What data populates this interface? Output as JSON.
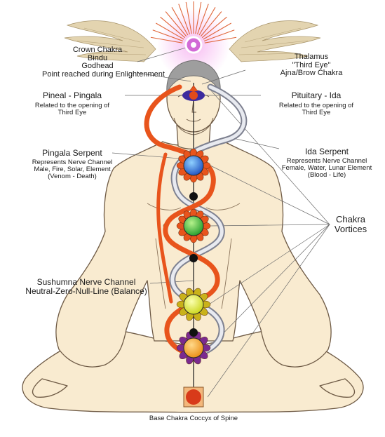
{
  "labels": {
    "crown": [
      "Crown Chakra",
      "Bindu",
      "Godhead",
      "Point reached during Enlightenment"
    ],
    "thalamus": [
      "Thalamus",
      "\"Third Eye\"",
      "Ajna/Brow Chakra"
    ],
    "pineal_title": "Pineal - Pingala",
    "pineal_desc": [
      "Related to the opening of",
      "Third Eye"
    ],
    "pituitary_title": "Pituitary - Ida",
    "pituitary_desc": [
      "Related to the opening of",
      "Third Eye"
    ],
    "pingala_title": "Pingala Serpent",
    "pingala_desc": [
      "Represents Nerve Channel",
      "Male, Fire, Solar, Element",
      "(Venom - Death)"
    ],
    "ida_title": "Ida Serpent",
    "ida_desc": [
      "Represents Nerve Channel",
      "Female, Water, Lunar Element",
      "(Blood - Life)"
    ],
    "vortices": [
      "Chakra",
      "Vortices"
    ],
    "sushumna": [
      "Sushumna Nerve Channel",
      "Neutral-Zero-Null-Line (Balance)"
    ],
    "base": "Base Chakra Coccyx of Spine"
  },
  "colors": {
    "skin": "#f9ebd0",
    "outline": "#6e5a45",
    "pingala": "#e8541c",
    "ida": "#b9bcc6",
    "crown": "#d26ad6",
    "throat": "#2f6fd8",
    "heart": "#2fb236",
    "solar": "#e8ee22",
    "sacral": "#f6a623",
    "root": "#d83a1a",
    "brow": "#3d2b9e",
    "wing": "#d9c9a3",
    "rays": "#e0663a",
    "nodes": "#111111"
  }
}
